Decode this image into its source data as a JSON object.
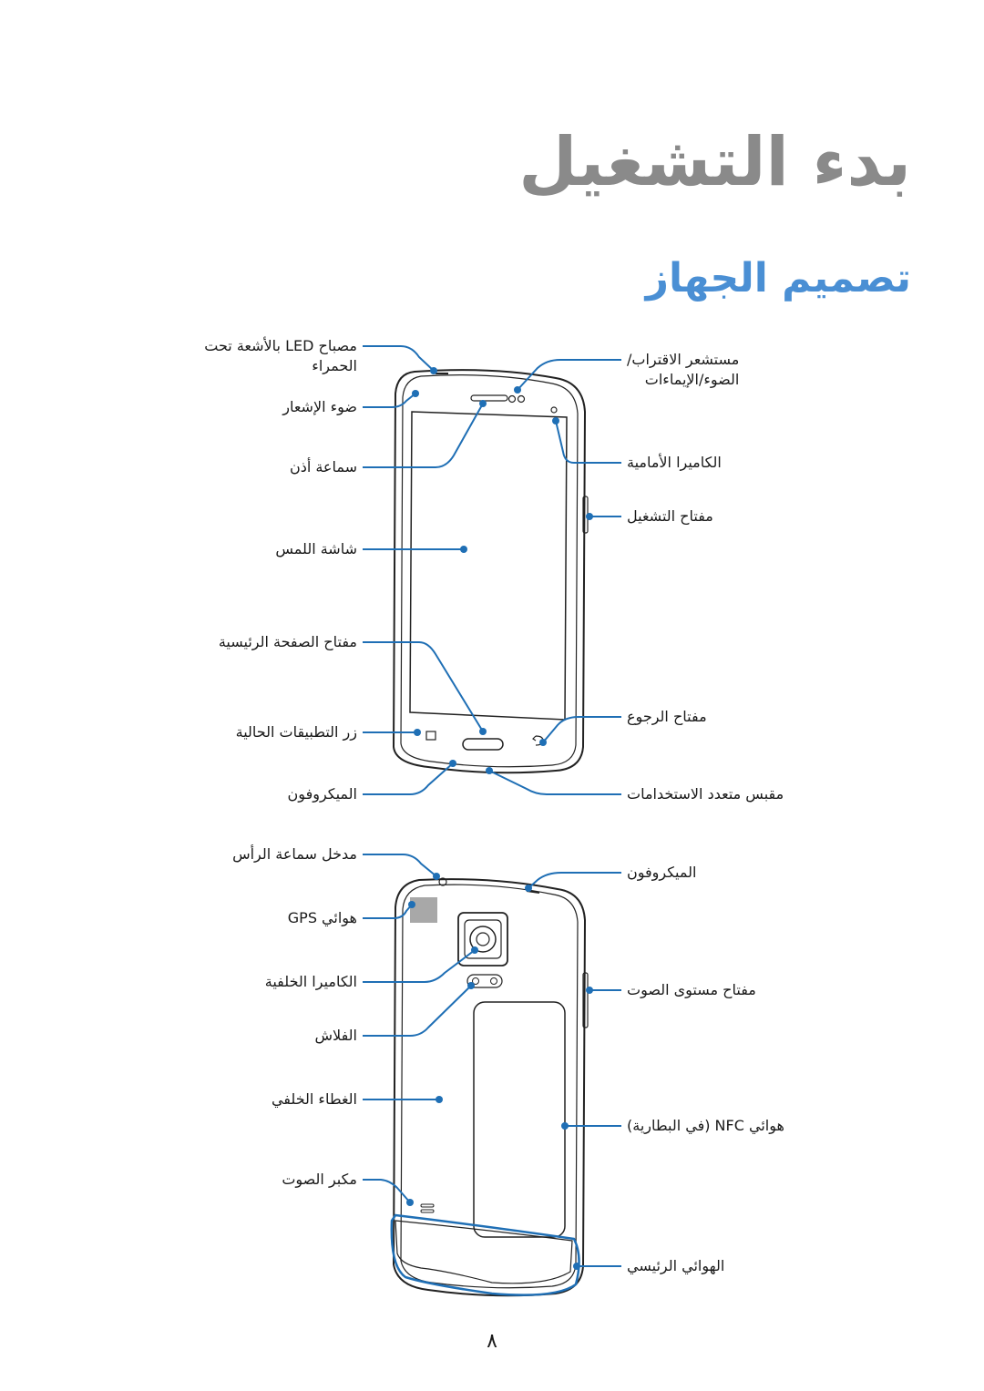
{
  "page": {
    "title": "بدء التشغيل",
    "subtitle": "تصميم الجهاز",
    "page_number": "٨"
  },
  "front": {
    "labels_left": [
      {
        "id": "led",
        "lines": [
          "مصباح LED بالأشعة تحت",
          "الحمراء"
        ]
      },
      {
        "id": "light",
        "lines": [
          "ضوء الإشعار"
        ]
      },
      {
        "id": "earpiece",
        "lines": [
          "سماعة أذن"
        ]
      },
      {
        "id": "touchscreen",
        "lines": [
          "شاشة اللمس"
        ]
      },
      {
        "id": "home",
        "lines": [
          "مفتاح الصفحة الرئيسية"
        ]
      },
      {
        "id": "recent",
        "lines": [
          "زر التطبيقات الحالية"
        ]
      },
      {
        "id": "mic",
        "lines": [
          "الميكروفون"
        ]
      }
    ],
    "labels_right": [
      {
        "id": "sensor",
        "lines": [
          "مستشعر الاقتراب/",
          "الضوء/الإيماءات"
        ]
      },
      {
        "id": "front_cam",
        "lines": [
          "الكاميرا الأمامية"
        ]
      },
      {
        "id": "power",
        "lines": [
          "مفتاح التشغيل"
        ]
      },
      {
        "id": "back",
        "lines": [
          "مفتاح الرجوع"
        ]
      },
      {
        "id": "mf_jack",
        "lines": [
          "مقبس متعدد الاستخدامات"
        ]
      }
    ]
  },
  "rear": {
    "labels_left": [
      {
        "id": "headset",
        "lines": [
          "مدخل سماعة الرأس"
        ]
      },
      {
        "id": "gps",
        "lines": [
          "هوائي GPS"
        ]
      },
      {
        "id": "rear_cam",
        "lines": [
          "الكاميرا الخلفية"
        ]
      },
      {
        "id": "flash",
        "lines": [
          "الفلاش"
        ]
      },
      {
        "id": "cover",
        "lines": [
          "الغطاء الخلفي"
        ]
      },
      {
        "id": "speaker",
        "lines": [
          "مكبر الصوت"
        ]
      }
    ],
    "labels_right": [
      {
        "id": "mic2",
        "lines": [
          "الميكروفون"
        ]
      },
      {
        "id": "volume",
        "lines": [
          "مفتاح مستوى الصوت"
        ]
      },
      {
        "id": "nfc",
        "lines": [
          "هوائي NFC (في البطارية)"
        ]
      },
      {
        "id": "main_antenna",
        "lines": [
          "الهوائي الرئيسي"
        ]
      }
    ]
  },
  "colors": {
    "title": "#8a8a8a",
    "subtitle": "#4a8fd4",
    "leader": "#1f6fb5"
  }
}
